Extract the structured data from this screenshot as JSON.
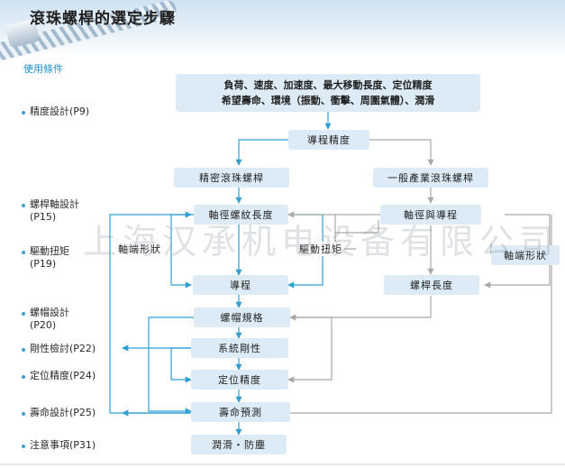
{
  "header": {
    "title": "滾珠螺桿的選定步驟"
  },
  "conditions": {
    "label": "使用條件",
    "line1": "負荷、速度、加速度、最大移動長度、定位精度",
    "line2": "希望壽命、環境（振動、衝擊、周圍氣體）、潤滑"
  },
  "side_items": [
    {
      "line1": "精度設計(P9)",
      "line2": ""
    },
    {
      "line1": "螺桿軸設計",
      "line2": "(P15)"
    },
    {
      "line1": "驅動扭矩",
      "line2": "(P19)"
    },
    {
      "line1": "螺帽設計",
      "line2": "(P20)"
    },
    {
      "line1": "剛性檢討(P22)",
      "line2": ""
    },
    {
      "line1": "定位精度(P24)",
      "line2": ""
    },
    {
      "line1": "壽命設計(P25)",
      "line2": ""
    },
    {
      "line1": "注意事項(P31)",
      "line2": ""
    }
  ],
  "nodes": {
    "lead_accuracy": "導程精度",
    "precision_screw": "精密滾珠螺桿",
    "general_screw": "一般產業滾珠螺桿",
    "shaft_thread_length": "軸徑螺紋長度",
    "shaft_and_lead": "軸徑與導程",
    "end_shape_left": "軸端形狀",
    "drive_torque": "驅動扭矩",
    "end_shape_right": "軸端形狀",
    "lead": "導程",
    "screw_length": "螺桿長度",
    "nut_spec": "螺帽規格",
    "system_rigidity": "系統剛性",
    "positioning_accuracy": "定位精度",
    "life_prediction": "壽命預測",
    "lube_dust": "潤滑・防塵"
  },
  "watermark": "上海汉承机电设备有限公司",
  "colors": {
    "accent_blue": "#2f9fd4",
    "gray_line": "#a9a9a9",
    "node_fill": "#dcebf6"
  }
}
